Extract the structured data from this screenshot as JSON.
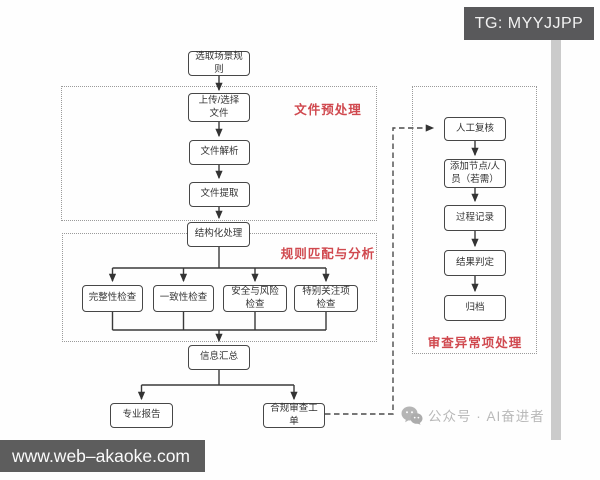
{
  "badges": {
    "tg": "TG: MYYJJPP",
    "website": "www.web–akaoke.com"
  },
  "watermark": {
    "text": "公众号 · AI奋进者",
    "icon": "wechat-icon"
  },
  "colors": {
    "accent_red": "#d0494f",
    "badge_bg": "#59595b",
    "node_border": "#474747",
    "connector": "#3a3a3a",
    "container_dotted": "#9a9a9a",
    "gray_bar": "#cbcbcb"
  },
  "flowchart": {
    "group_labels": {
      "preprocess": "文件预处理",
      "rule_match": "规则匹配与分析",
      "exception": "审查异常项处理"
    },
    "nodes": {
      "select_rules": "选取场景规则",
      "upload": "上传/选择\n文件",
      "parse": "文件解析",
      "extract": "文件提取",
      "structure": "结构化处理",
      "check_complete": "完整性检查",
      "check_consistency": "一致性检查",
      "check_security": "安全与风险\n检查",
      "check_special": "特别关注项\n检查",
      "summary": "信息汇总",
      "report": "专业报告",
      "ticket": "合规审查工单",
      "manual_review": "人工复核",
      "add_node": "添加节点/人\n员（若需）",
      "process_record": "过程记录",
      "result_judge": "结果判定",
      "archive": "归档"
    }
  }
}
